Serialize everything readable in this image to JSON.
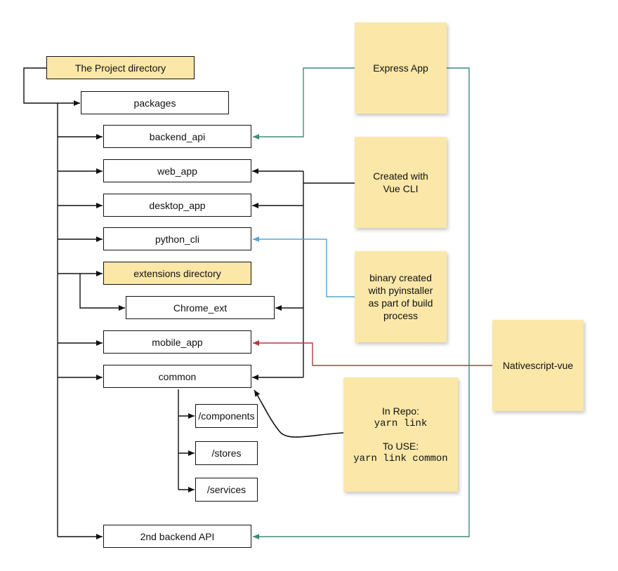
{
  "colors": {
    "line": "#111111",
    "note_bg": "#fbe7a8",
    "highlight_bg": "#fbe7a8",
    "express_link": "#3e8c78",
    "python_link": "#58a6d6",
    "nativescript_link": "#b33a3a"
  },
  "boxes": {
    "project": "The Project directory",
    "packages": "packages",
    "backend_api": "backend_api",
    "web_app": "web_app",
    "desktop_app": "desktop_app",
    "python_cli": "python_cli",
    "extensions": "extensions directory",
    "chrome_ext": "Chrome_ext",
    "mobile_app": "mobile_app",
    "common": "common",
    "components": "/components",
    "stores": "/stores",
    "services": "/services",
    "backend2": "2nd backend API"
  },
  "notes": {
    "express": "Express App",
    "vue_cli": {
      "line1": "Created with",
      "line2": "Vue CLI"
    },
    "pyinstaller": {
      "line1": "binary created",
      "line2": "with pyinstaller",
      "line3": "as part of build",
      "line4": "process"
    },
    "nativescript": "Nativescript-vue",
    "yarn": {
      "repo_label": "In Repo:",
      "repo_cmd": "yarn link",
      "use_label": "To USE:",
      "use_cmd": "yarn link common"
    }
  }
}
